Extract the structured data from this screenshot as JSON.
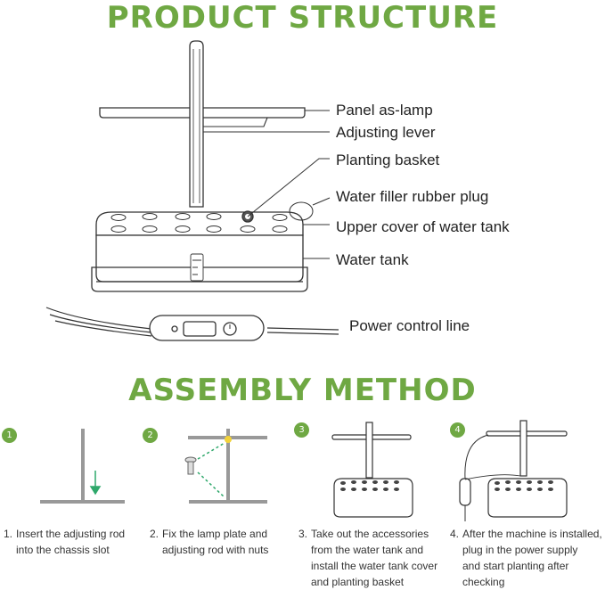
{
  "colors": {
    "green": "#6fa843",
    "line": "#333333",
    "gray": "#9a9a9a",
    "dot_green": "#2ea86b",
    "yellow": "#f2d23a"
  },
  "headings": {
    "structure": "PRODUCT STRUCTURE",
    "assembly": "ASSEMBLY METHOD"
  },
  "callouts": [
    "Panel as-lamp",
    "Adjusting lever",
    "Planting basket",
    "Water filler rubber plug",
    "Upper cover of water tank",
    "Water tank",
    "Power control line"
  ],
  "steps": [
    {
      "num": "1",
      "label": "1.",
      "text": [
        "Insert the adjusting rod",
        "into the chassis slot"
      ]
    },
    {
      "num": "2",
      "label": "2.",
      "text": [
        "Fix the lamp plate and",
        "adjusting rod with nuts"
      ]
    },
    {
      "num": "3",
      "label": "3.",
      "text": [
        "Take out the accessories",
        "from the water tank and",
        "install the water tank cover",
        "and planting basket"
      ]
    },
    {
      "num": "4",
      "label": "4.",
      "text": [
        "After the machine is installed,",
        "plug in the power supply",
        "and start planting after",
        "checking"
      ]
    }
  ],
  "icons": [
    "arrow-down-icon",
    "screw-icon",
    "power-button-icon"
  ]
}
